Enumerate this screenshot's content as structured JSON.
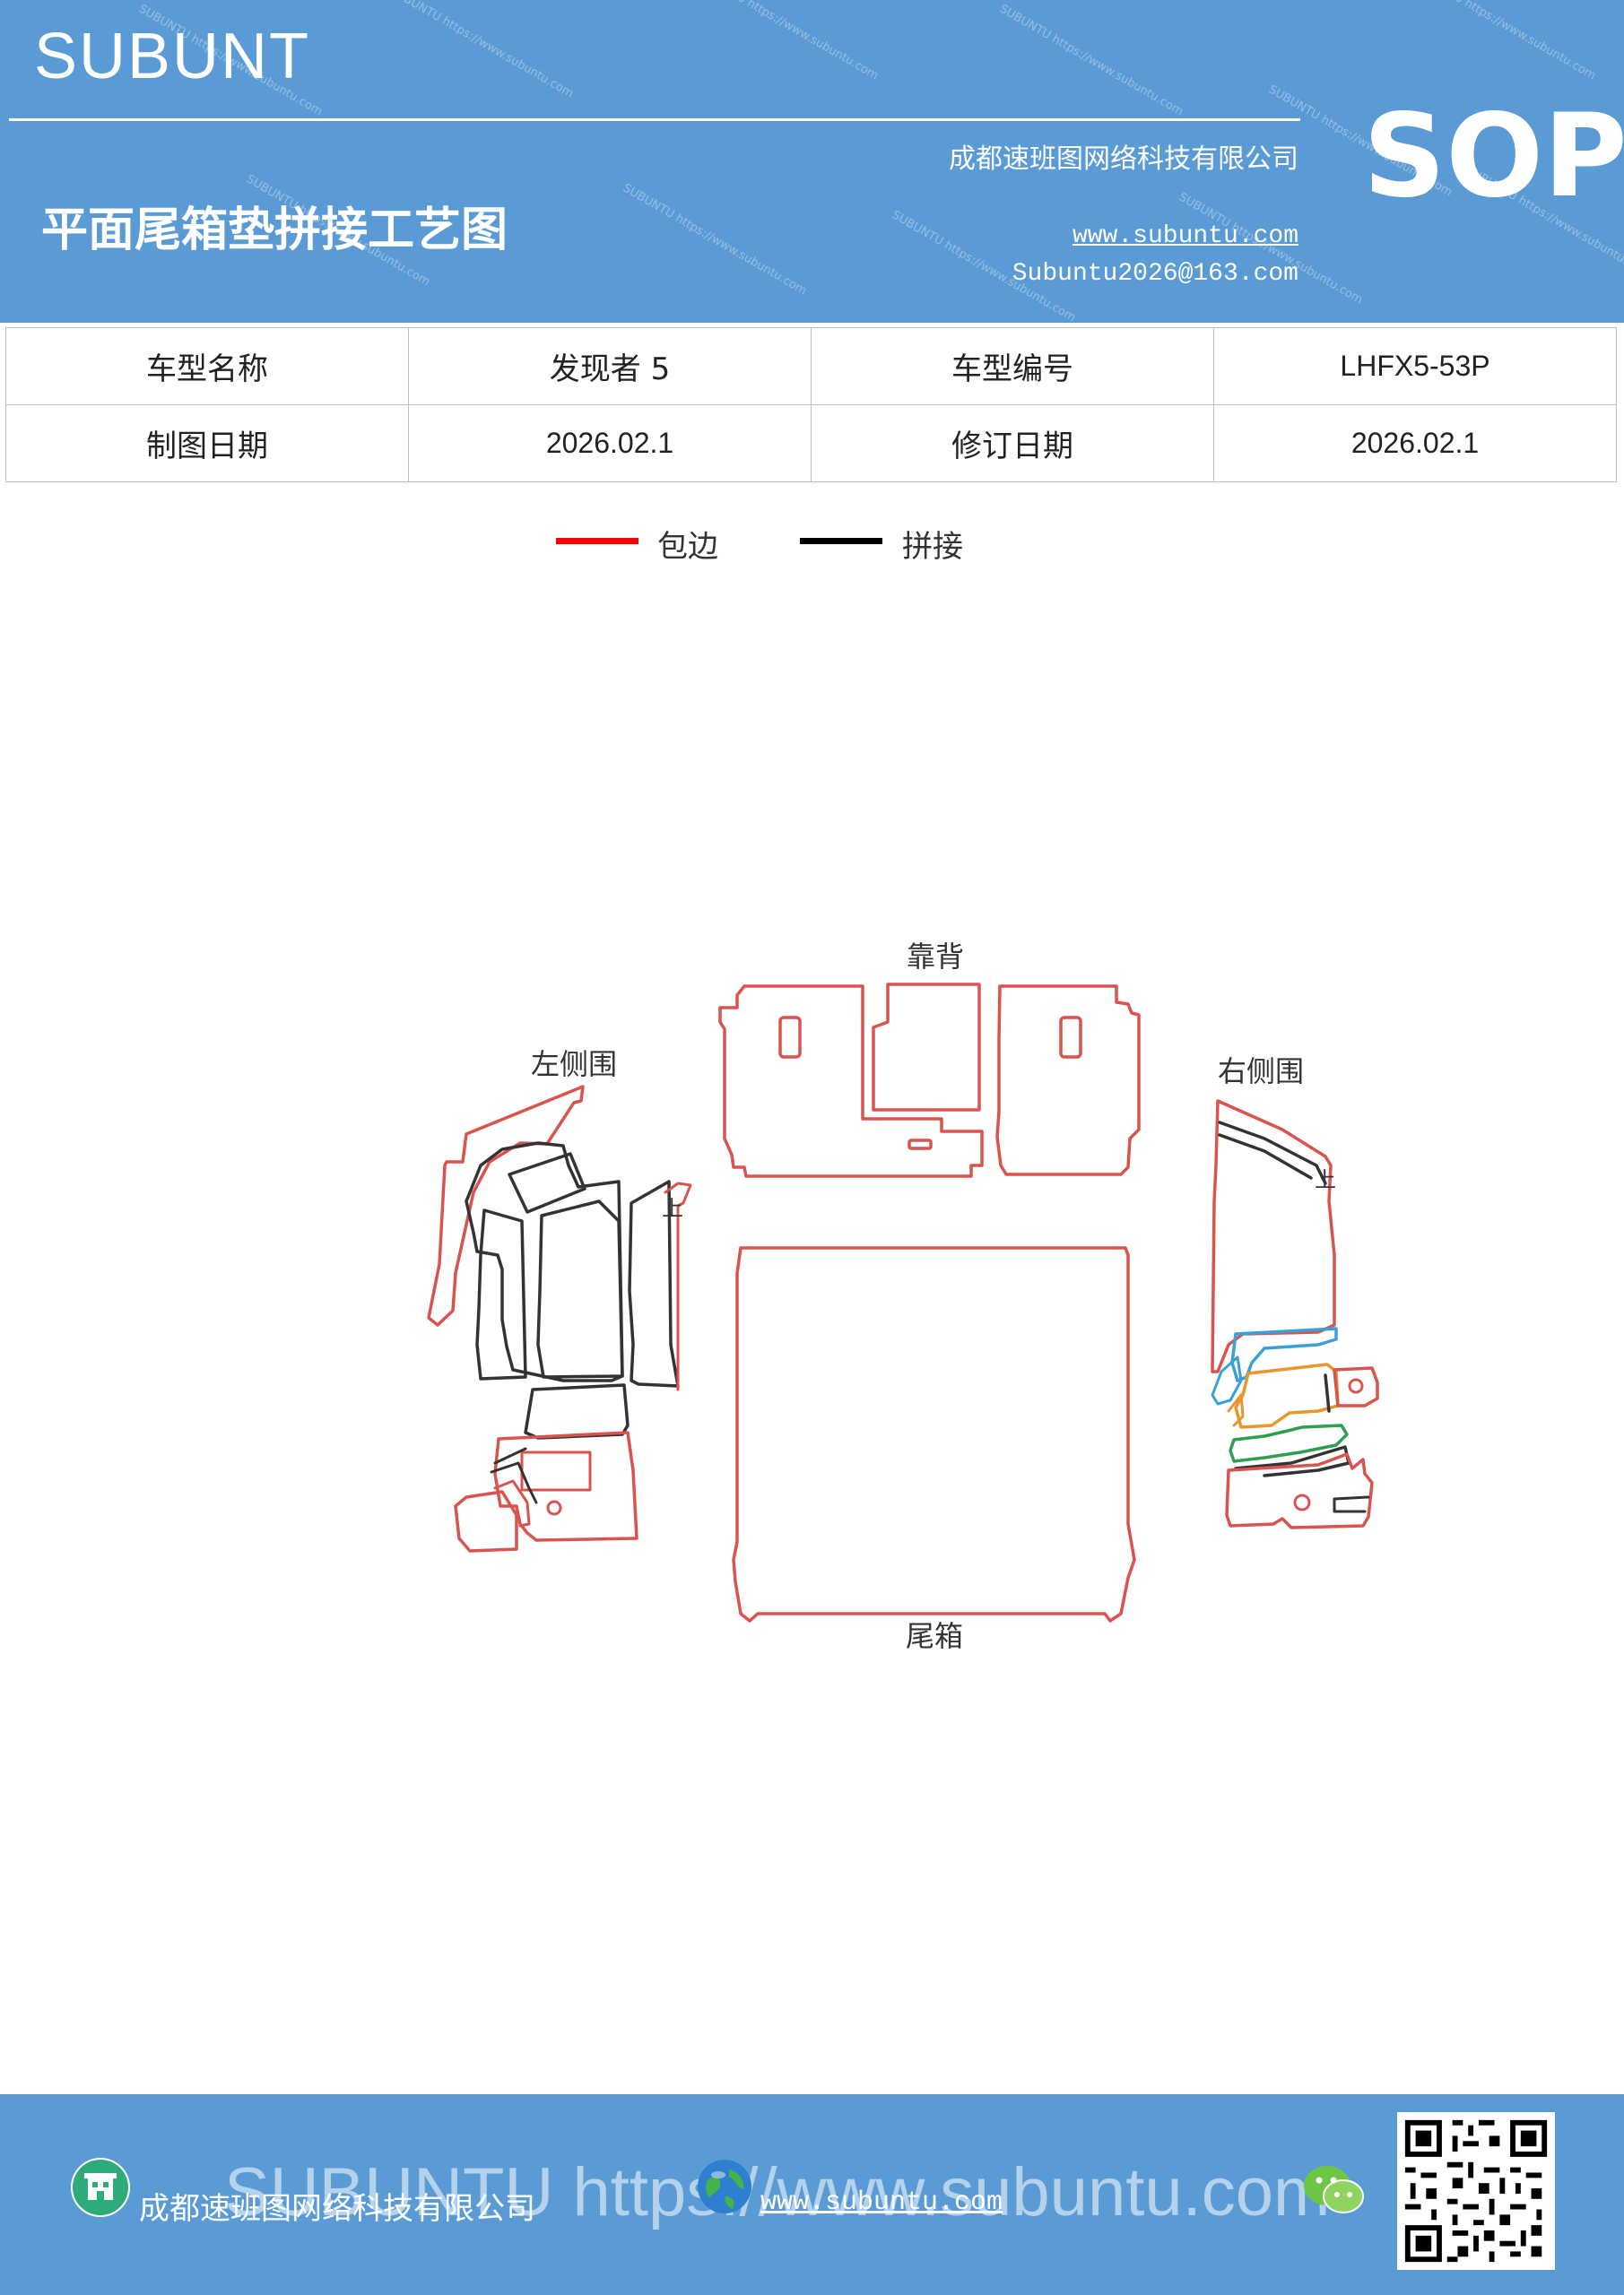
{
  "header": {
    "brand": "SUBUNT",
    "title": "平面尾箱垫拼接工艺图",
    "company": "成都速班图网络科技有限公司",
    "website": "www.subuntu.com",
    "email": "Subuntu2026@163.com",
    "badge": "SOP",
    "watermark": "SUBUNTU https://www.subuntu.com"
  },
  "info": {
    "model_name_label": "车型名称",
    "model_name": "发现者 5",
    "model_code_label": "车型编号",
    "model_code": "LHFX5-53P",
    "draw_date_label": "制图日期",
    "draw_date": "2026.02.1",
    "revise_date_label": "修订日期",
    "revise_date": "2026.02.1"
  },
  "legend": {
    "items": [
      {
        "label": "包边",
        "color": "#ff0000"
      },
      {
        "label": "拼接",
        "color": "#000000"
      }
    ]
  },
  "diagram": {
    "label_backrest": "靠背",
    "label_left": "左侧围",
    "label_right": "右侧围",
    "label_trunk": "尾箱",
    "mark_up_left": "上",
    "mark_up_right": "上",
    "colors": {
      "edge": "#d9534f",
      "seam": "#333333",
      "blue": "#3aa0d8",
      "orange": "#e8962e",
      "green": "#2e9e4f"
    }
  },
  "footer": {
    "watermark": "SUBUNTU https://www.subuntu.com",
    "company": "成都速班图网络科技有限公司",
    "website": "www.subuntu.com"
  }
}
